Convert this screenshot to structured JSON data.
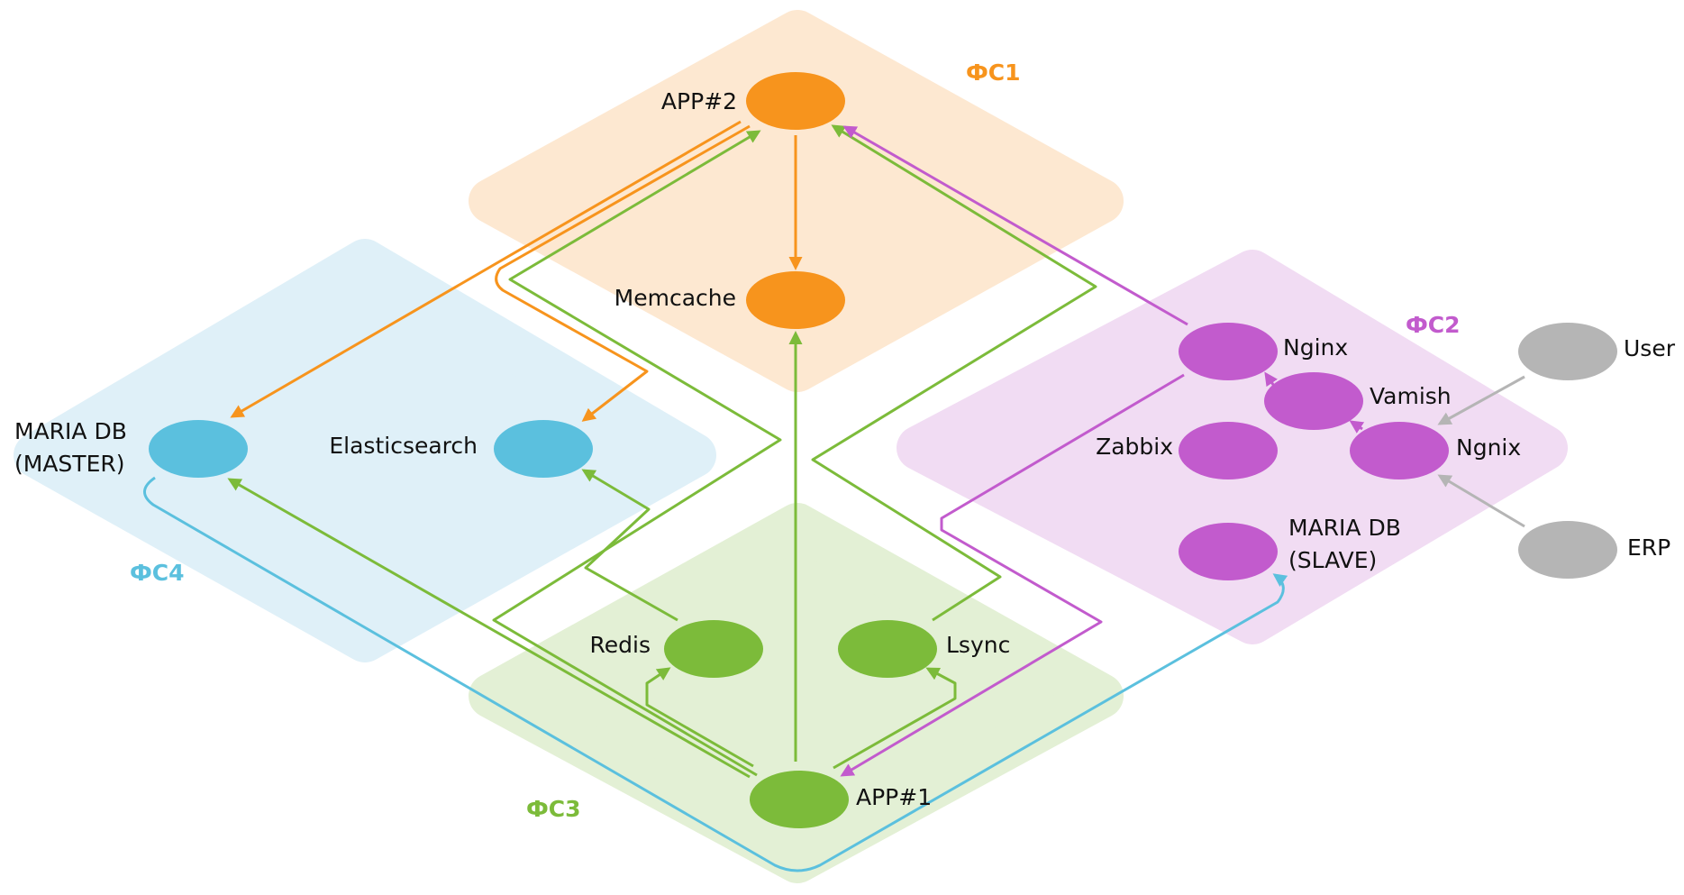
{
  "colors": {
    "orange": "#f7941d",
    "orange_zone": "#fde8d1",
    "purple": "#c25bcd",
    "purple_zone": "#f1dcf3",
    "green": "#7cbb3a",
    "green_zone": "#e3f0d5",
    "blue": "#5bc0de",
    "blue_zone": "#dff0f8",
    "gray": "#b5b5b5"
  },
  "zones": {
    "fs1": {
      "label": "ФС1"
    },
    "fs2": {
      "label": "ФС2"
    },
    "fs3": {
      "label": "ФС3"
    },
    "fs4": {
      "label": "ФС4"
    }
  },
  "nodes": {
    "app2": {
      "label": "APP#2"
    },
    "memcache": {
      "label": "Memcache"
    },
    "mariadb_master": {
      "line1": "MARIA DB",
      "line2": "(MASTER)"
    },
    "elasticsearch": {
      "label": "Elasticsearch"
    },
    "nginx_top": {
      "label": "Nginx"
    },
    "vamish": {
      "label": "Vamish"
    },
    "zabbix": {
      "label": "Zabbix"
    },
    "ngnix": {
      "label": "Ngnix"
    },
    "mariadb_slave": {
      "line1": "MARIA DB",
      "line2": "(SLAVE)"
    },
    "user": {
      "label": "User"
    },
    "erp": {
      "label": "ERP"
    },
    "redis": {
      "label": "Redis"
    },
    "lsync": {
      "label": "Lsync"
    },
    "app1": {
      "label": "APP#1"
    }
  }
}
